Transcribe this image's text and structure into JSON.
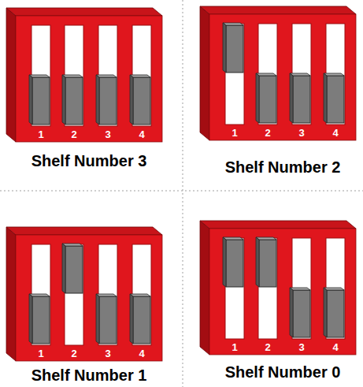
{
  "diagram": {
    "nodes": [
      {
        "text": [
          "1",
          "2",
          "3",
          "4",
          "Shelf Number 3"
        ]
      },
      {
        "text": [
          "1",
          "2",
          "3",
          "4",
          "Shelf Number 2"
        ]
      },
      {
        "text": [
          "1",
          "2",
          "3",
          "4",
          "Shelf Number 1"
        ]
      },
      {
        "text": [
          "1",
          "2",
          "3",
          "4",
          "Shelf Number 0"
        ]
      }
    ]
  }
}
